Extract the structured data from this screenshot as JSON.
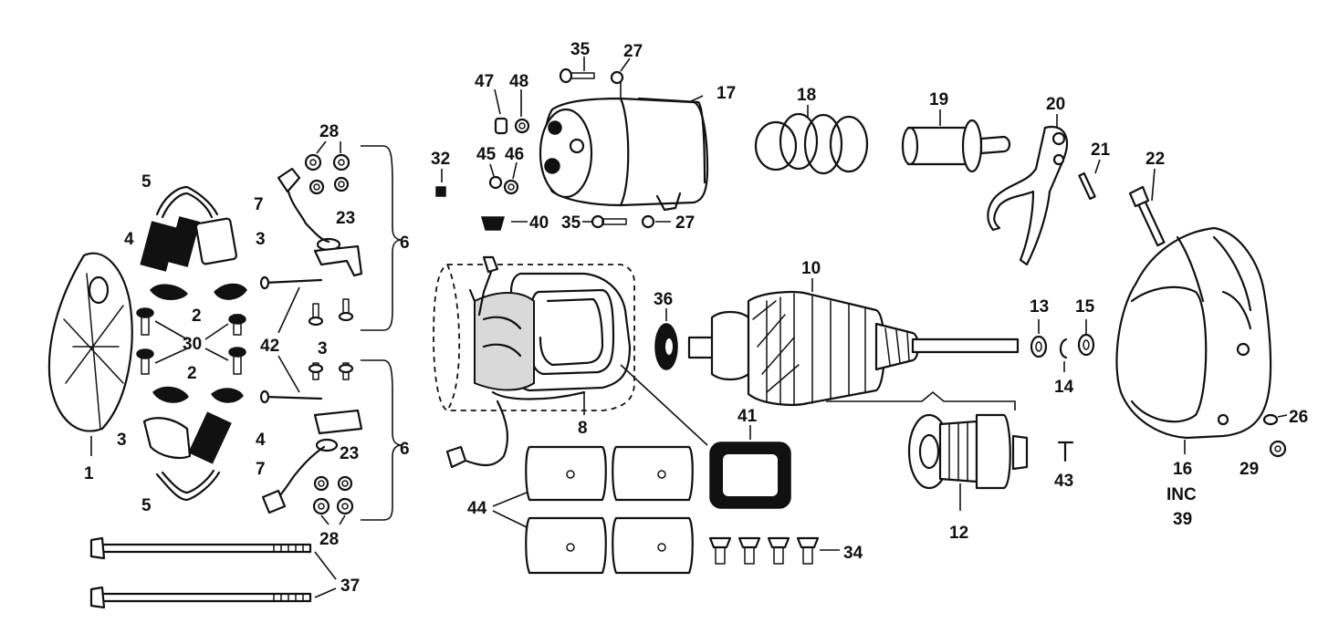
{
  "labels": {
    "p1": "1",
    "p2a": "2",
    "p2b": "2",
    "p3a": "3",
    "p3b": "3",
    "p3c": "3",
    "p4a": "4",
    "p4b": "4",
    "p5a": "5",
    "p5b": "5",
    "p6a": "6",
    "p6b": "6",
    "p7a": "7",
    "p7b": "7",
    "p8": "8",
    "p10": "10",
    "p12": "12",
    "p13": "13",
    "p14": "14",
    "p15": "15",
    "p16": "16",
    "p16inc": "INC",
    "p16_39": "39",
    "p17": "17",
    "p18": "18",
    "p19": "19",
    "p20": "20",
    "p21": "21",
    "p22": "22",
    "p23a": "23",
    "p23b": "23",
    "p26": "26",
    "p27a": "27",
    "p27b": "27",
    "p28a": "28",
    "p28b": "28",
    "p29": "29",
    "p30": "30",
    "p32": "32",
    "p34": "34",
    "p35a": "35",
    "p35b": "35",
    "p36": "36",
    "p37": "37",
    "p40": "40",
    "p41": "41",
    "p42": "42",
    "p43": "43",
    "p44": "44",
    "p45": "45",
    "p46": "46",
    "p47": "47",
    "p48": "48"
  }
}
